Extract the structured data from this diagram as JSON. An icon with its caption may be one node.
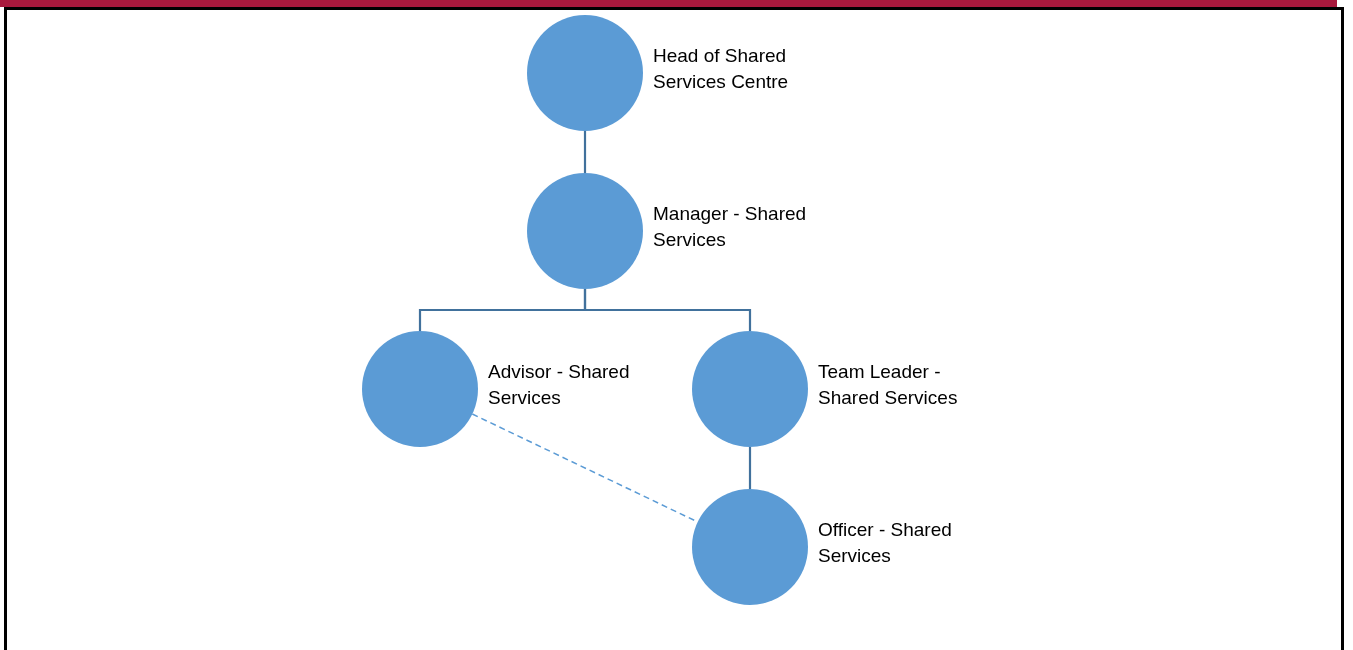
{
  "diagram": {
    "nodes": [
      {
        "text": [
          "Head of Shared Services Centre"
        ]
      },
      {
        "text": [
          "Manager - Shared Services"
        ]
      },
      {
        "text": [
          "Advisor - Shared Services"
        ]
      },
      {
        "text": [
          "Team Leader - Shared Services"
        ]
      },
      {
        "text": [
          "Officer - Shared Services"
        ]
      }
    ],
    "edges": [
      {
        "from": 0,
        "to": 1,
        "arrow": "none"
      },
      {
        "from": 1,
        "to": 2,
        "arrow": "none"
      },
      {
        "from": 1,
        "to": 3,
        "arrow": "none"
      },
      {
        "from": 3,
        "to": 4,
        "arrow": "none"
      },
      {
        "from": 2,
        "to": 4,
        "arrow": "none",
        "style": "dashed",
        "color": "#5b9bd5"
      }
    ]
  }
}
